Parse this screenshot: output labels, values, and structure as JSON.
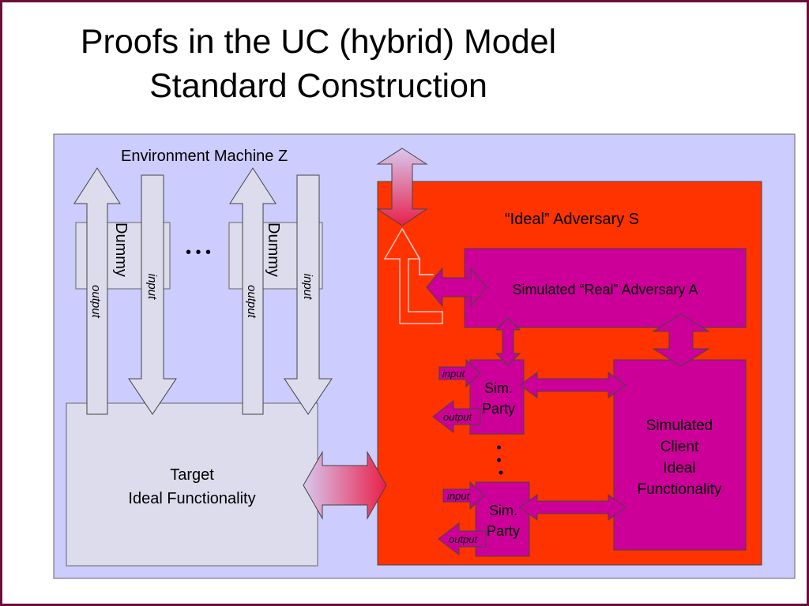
{
  "title": {
    "line1": "Proofs in the UC (hybrid) Model",
    "line2": "Standard Construction"
  },
  "environment": {
    "label": "Environment Machine Z"
  },
  "dummy_label": "Dummy",
  "arrow_labels": {
    "output": "output",
    "input": "input"
  },
  "ellipsis": "• • •",
  "target": {
    "line1": "Target",
    "line2": "Ideal Functionality"
  },
  "adversary": {
    "label": "“Ideal” Adversary S"
  },
  "simulated_real_adversary": {
    "label": "Simulated “Real” Adversary A"
  },
  "sim_party": {
    "line1": "Sim.",
    "line2": "Party"
  },
  "sim_party_ellipsis": "•\n•\n•",
  "simulated_client": {
    "line1": "Simulated",
    "line2": "Client",
    "line3": "Ideal",
    "line4": "Functionality"
  },
  "colors": {
    "environment_bg": "#ccccff",
    "adversary_bg": "#ff3300",
    "magenta": "#cc0099",
    "target_bg": "#dcdcec",
    "border": "#6b0f3a"
  }
}
